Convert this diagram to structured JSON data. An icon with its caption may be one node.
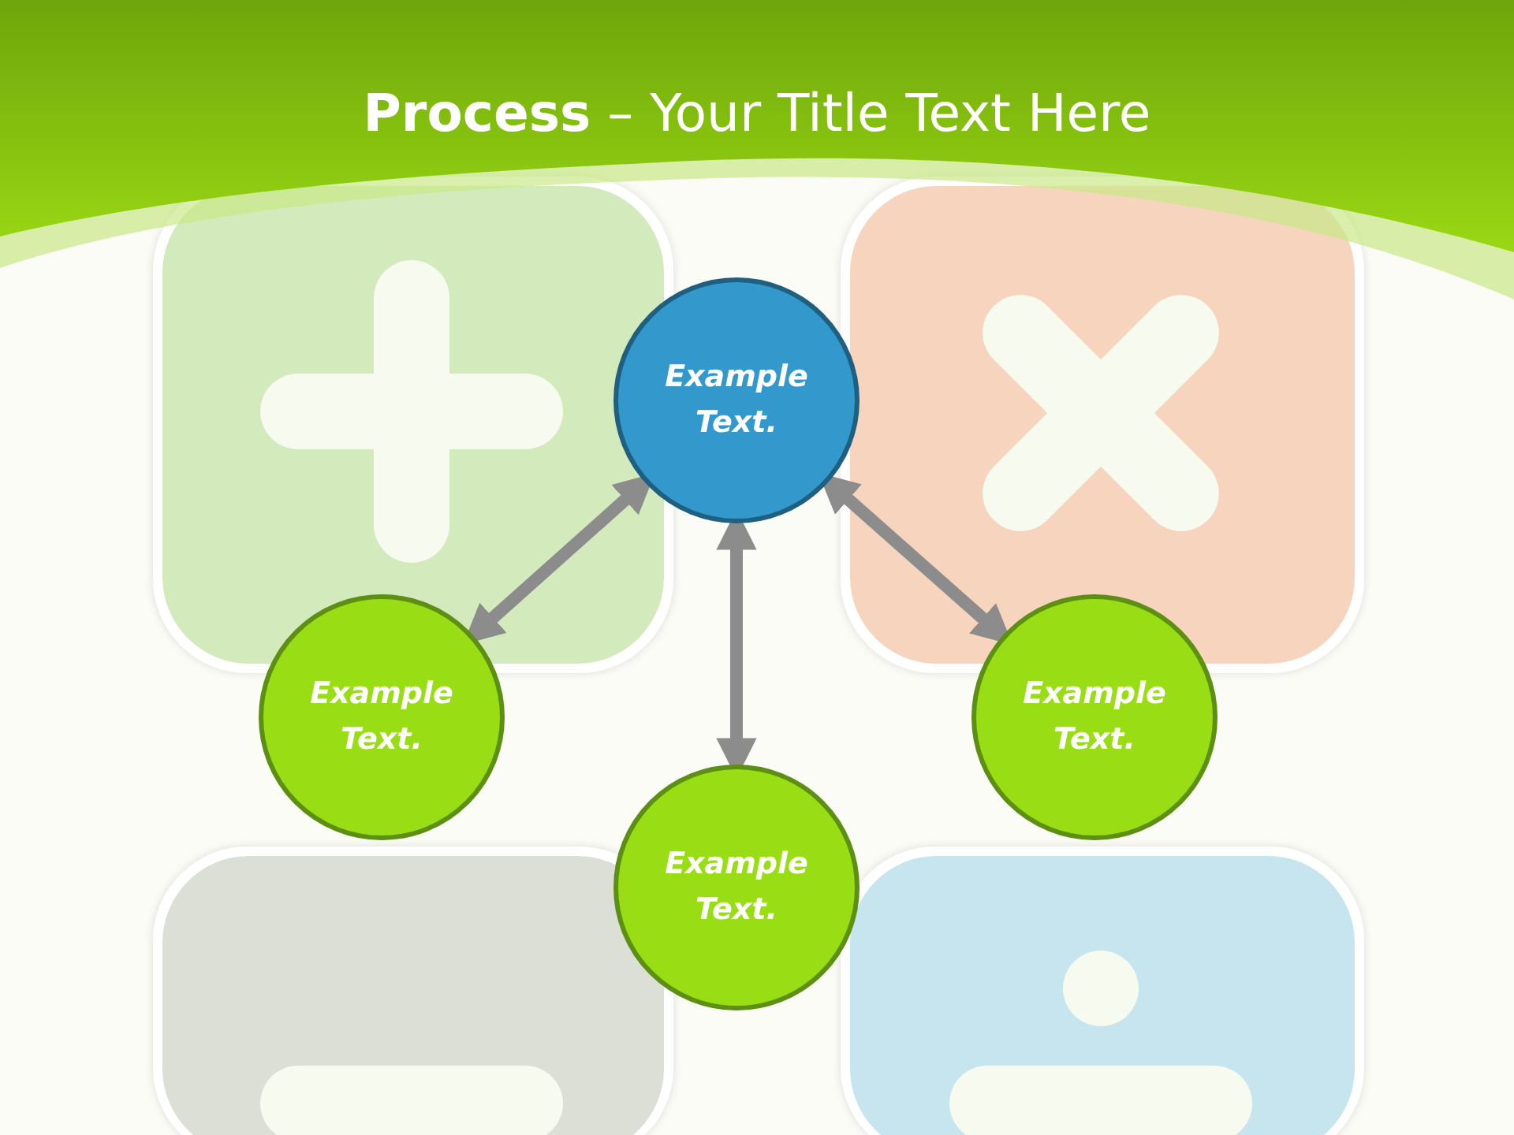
{
  "diagram": {
    "title": "**Process** – Your Title Text Here",
    "nodes": [
      {
        "text": [
          "Example Text."
        ]
      },
      {
        "text": [
          "Example Text."
        ]
      },
      {
        "text": [
          "Example Text."
        ]
      },
      {
        "text": [
          "Example Text."
        ]
      }
    ],
    "edges": [
      {
        "from": 0,
        "to": 1,
        "arrow": "both"
      },
      {
        "from": 0,
        "to": 2,
        "arrow": "both"
      },
      {
        "from": 0,
        "to": 3,
        "arrow": "both"
      }
    ]
  }
}
